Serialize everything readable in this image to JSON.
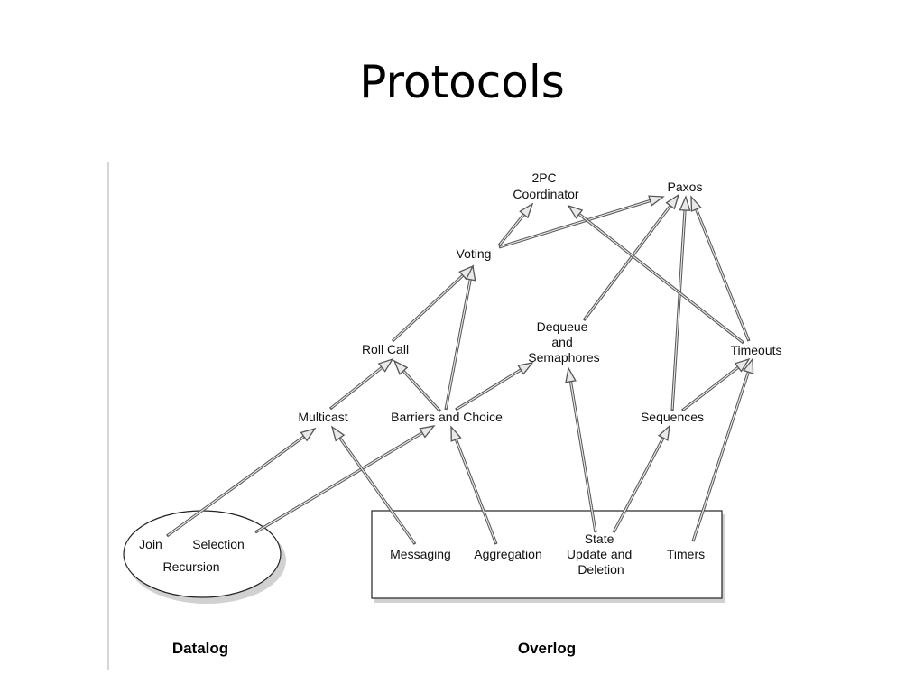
{
  "title": "Protocols",
  "nodes": {
    "two_pc": [
      "2PC",
      "Coordinator"
    ],
    "paxos": [
      "Paxos"
    ],
    "voting": [
      "Voting"
    ],
    "dequeue": [
      "Dequeue",
      "and",
      "Semaphores"
    ],
    "roll_call": [
      "Roll Call"
    ],
    "timeouts": [
      "Timeouts"
    ],
    "multicast": [
      "Multicast"
    ],
    "barriers": [
      "Barriers and Choice"
    ],
    "sequences": [
      "Sequences"
    ],
    "join": [
      "Join"
    ],
    "selection": [
      "Selection"
    ],
    "recursion": [
      "Recursion"
    ],
    "messaging": [
      "Messaging"
    ],
    "aggregation": [
      "Aggregation"
    ],
    "state": [
      "State",
      "Update and",
      "Deletion"
    ],
    "timers": [
      "Timers"
    ]
  },
  "groups": {
    "datalog": "Datalog",
    "overlog": "Overlog"
  },
  "edges": [
    {
      "from": "join",
      "to": "multicast"
    },
    {
      "from": "selection",
      "to": "barriers"
    },
    {
      "from": "messaging",
      "to": "multicast"
    },
    {
      "from": "aggregation",
      "to": "barriers"
    },
    {
      "from": "state",
      "to": "dequeue"
    },
    {
      "from": "state",
      "to": "sequences"
    },
    {
      "from": "timers",
      "to": "timeouts"
    },
    {
      "from": "multicast",
      "to": "roll_call"
    },
    {
      "from": "barriers",
      "to": "roll_call"
    },
    {
      "from": "barriers",
      "to": "voting"
    },
    {
      "from": "barriers",
      "to": "dequeue"
    },
    {
      "from": "roll_call",
      "to": "voting"
    },
    {
      "from": "voting",
      "to": "two_pc"
    },
    {
      "from": "voting",
      "to": "paxos"
    },
    {
      "from": "dequeue",
      "to": "paxos"
    },
    {
      "from": "sequences",
      "to": "paxos"
    },
    {
      "from": "sequences",
      "to": "timeouts"
    },
    {
      "from": "timeouts",
      "to": "paxos"
    },
    {
      "from": "timeouts",
      "to": "two_pc"
    }
  ]
}
